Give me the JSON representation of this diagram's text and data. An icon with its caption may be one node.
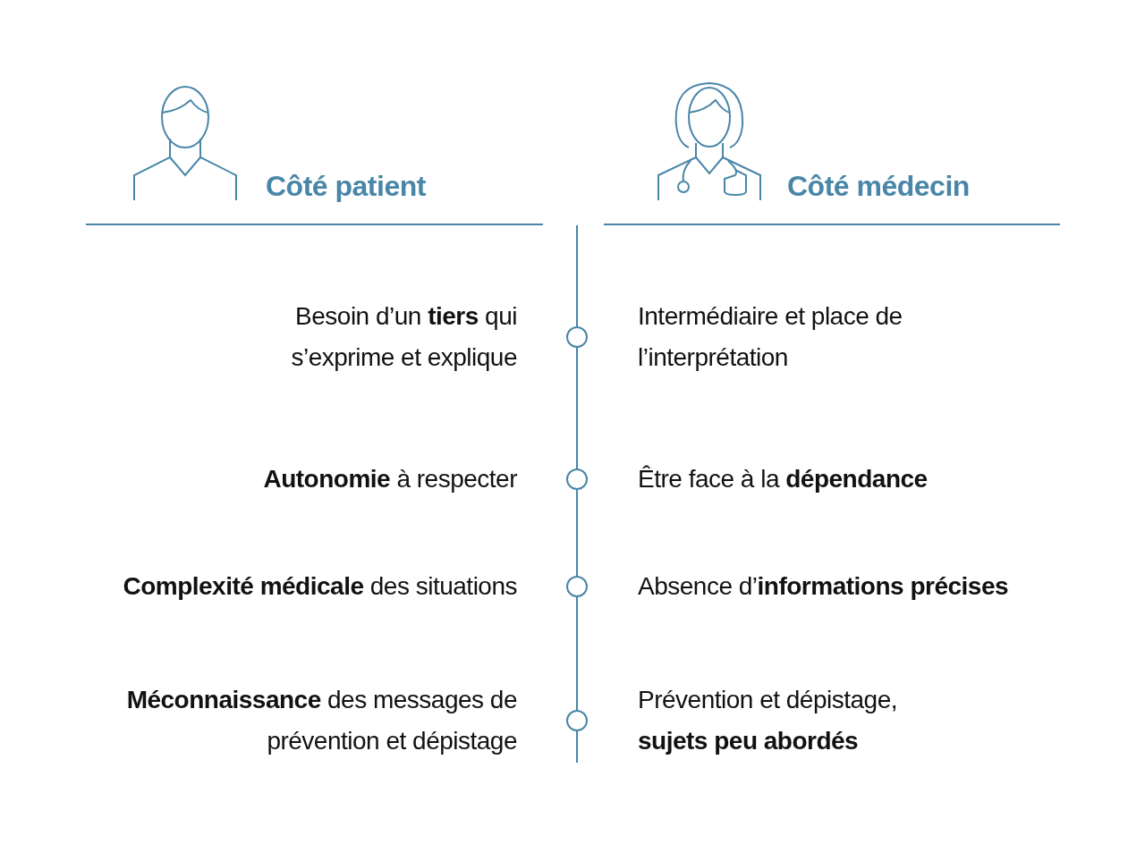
{
  "diagram": {
    "labels": [
      "Côté patient",
      "Côté médecin",
      "Besoin d’un **tiers** qui s’exprime et explique",
      "Intermédiaire et place de l’interprétation",
      "**Autonomie** à respecter",
      "Être face à la **dépendance**",
      "**Complexité médicale** des situations",
      "Absence d’**informations précises**",
      "**Méconnaissance** des messages de prévention et dépistage",
      "Prévention et dépistage, **sujets peu abordés**"
    ]
  }
}
